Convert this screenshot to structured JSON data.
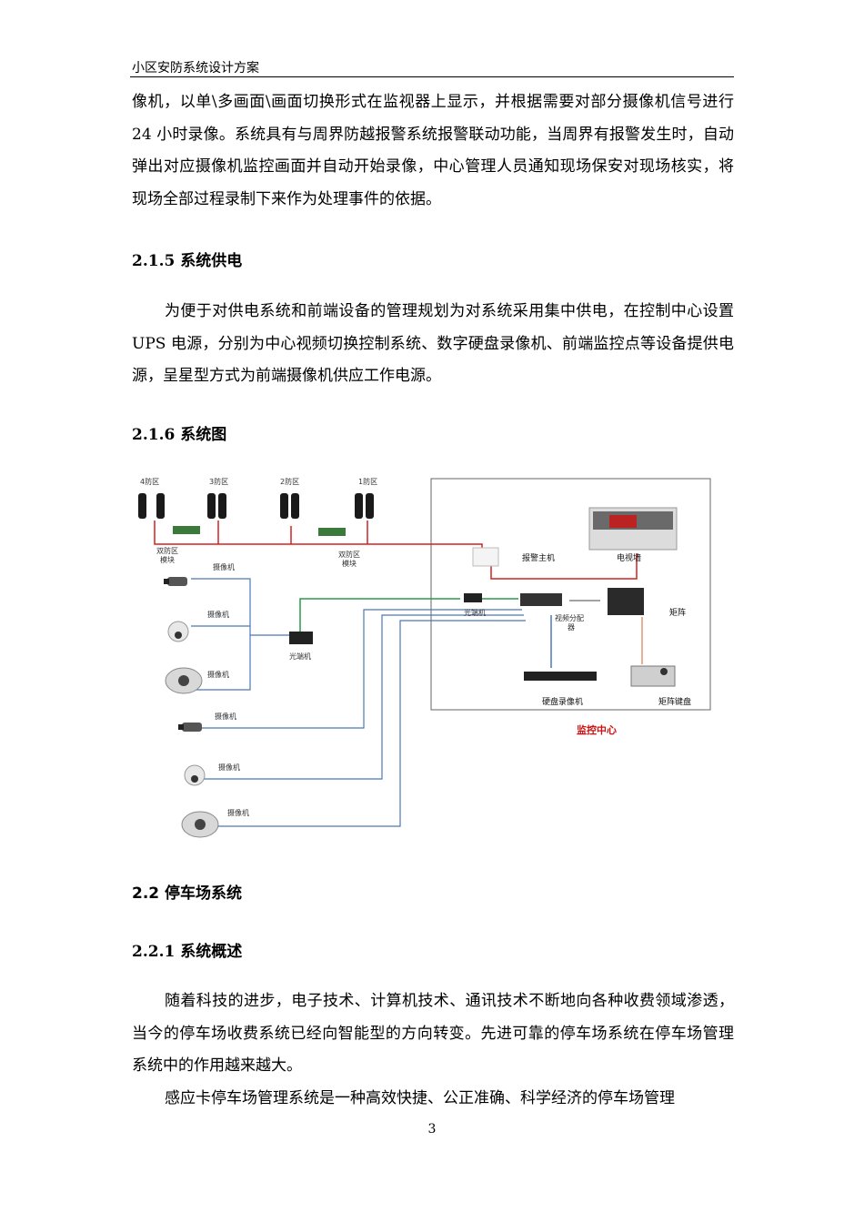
{
  "header": {
    "title": "小区安防系统设计方案"
  },
  "paragraphs": {
    "p1": "像机，以单\\多画面\\画面切换形式在监视器上显示，并根据需要对部分摄像机信号进行 24 小时录像。系统具有与周界防越报警系统报警联动功能，当周界有报警发生时，自动弹出对应摄像机监控画面并自动开始录像，中心管理人员通知现场保安对现场核实，将现场全部过程录制下来作为处理事件的依据。",
    "p2": "为便于对供电系统和前端设备的管理规划为对系统采用集中供电，在控制中心设置 UPS 电源，分别为中心视频切换控制系统、数字硬盘录像机、前端监控点等设备提供电源，呈星型方式为前端摄像机供应工作电源。",
    "p3": "随着科技的进步，电子技术、计算机技术、通讯技术不断地向各种收费领域渗透，当今的停车场收费系统已经向智能型的方向转变。先进可靠的停车场系统在停车场管理系统中的作用越来越大。",
    "p4": "感应卡停车场管理系统是一种高效快捷、公正准确、科学经济的停车场管理"
  },
  "headings": {
    "h215": "2.1.5 系统供电",
    "h216": "2.1.6 系统图",
    "h22": "2.2 停车场系统",
    "h221": "2.2.1 系统概述"
  },
  "diagram": {
    "zone4": "4防区",
    "zone3": "3防区",
    "zone2": "2防区",
    "zone1": "1防区",
    "module_left": "双防区\n模块",
    "module_right": "双防区\n模块",
    "camera": "摄像机",
    "optical_small": "光端机",
    "optical_center": "光端机",
    "alarm_host": "报警主机",
    "tv_wall": "电视墙",
    "matrix": "矩阵",
    "video_distributor": "视频分配\n器",
    "dvr": "硬盘录像机",
    "matrix_keyboard": "矩阵键盘",
    "control_center": "监控中心",
    "colors": {
      "alarm_line": "#d42020",
      "fiber_line": "#2a9a4a",
      "video_line": "#4a78b8"
    }
  },
  "page": {
    "number": "3"
  }
}
